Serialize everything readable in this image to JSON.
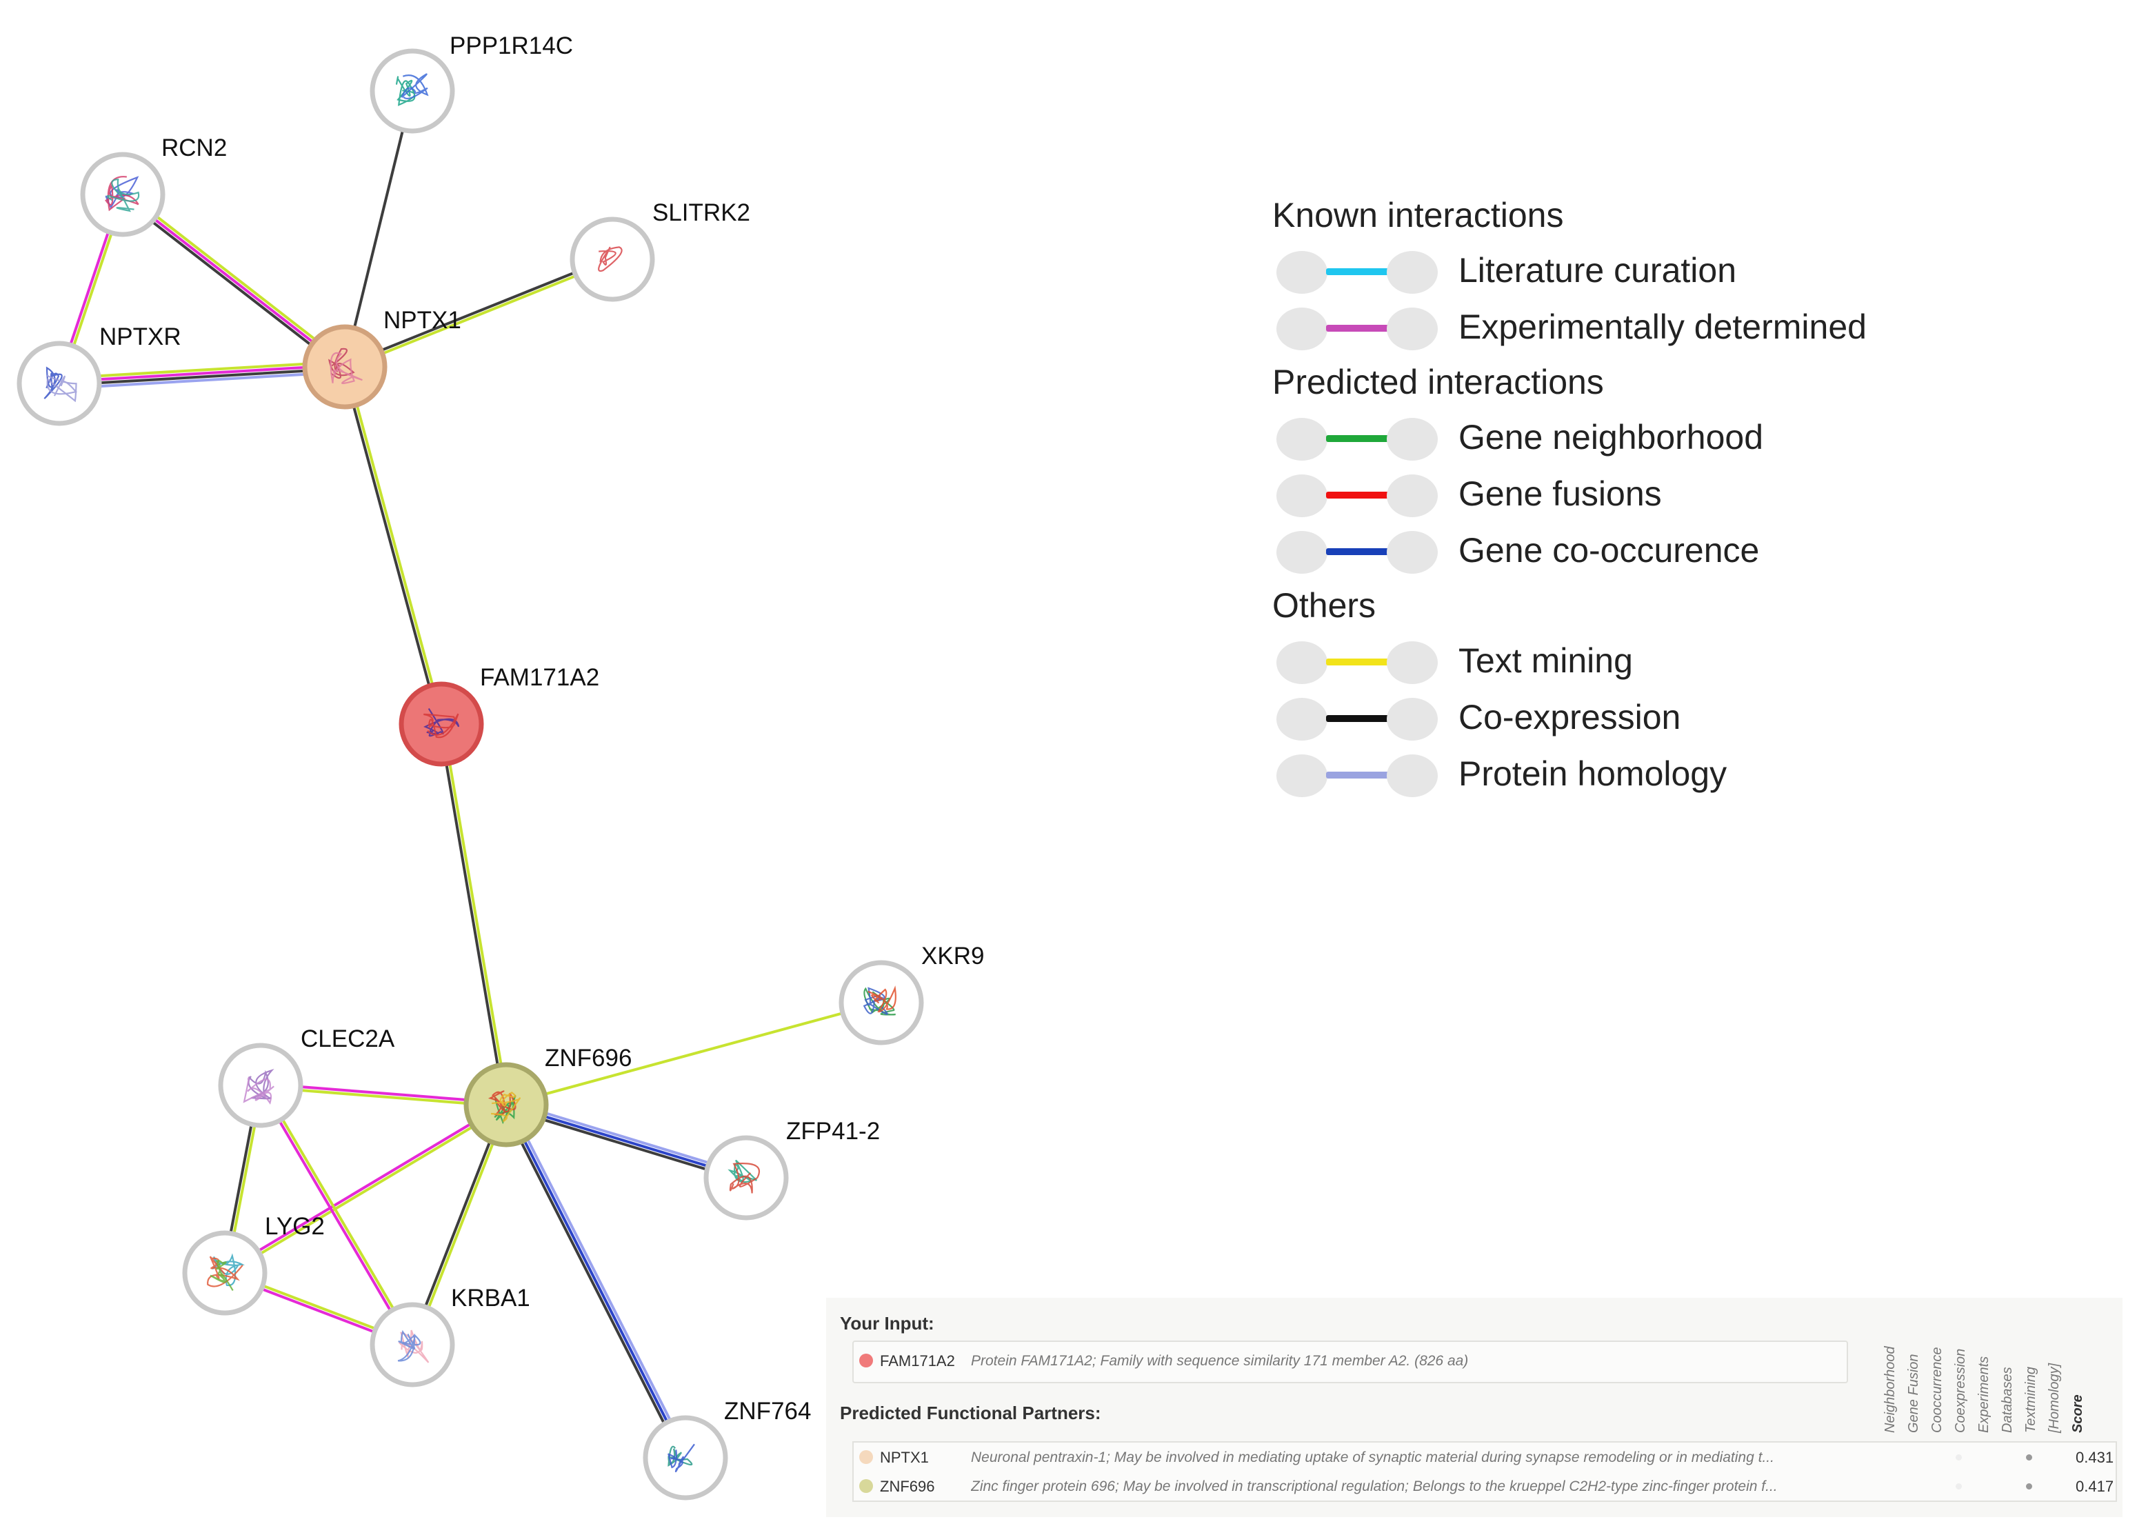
{
  "network": {
    "nodes": [
      {
        "id": "PPP1R14C",
        "label": "PPP1R14C",
        "fill": "#ffffff",
        "ring": "#c8c8c8",
        "art": [
          "#1aa58a",
          "#3c6ad8"
        ]
      },
      {
        "id": "RCN2",
        "label": "RCN2",
        "fill": "#ffffff",
        "ring": "#c8c8c8",
        "art": [
          "#4a5fd6",
          "#d43c6a",
          "#37a89a"
        ]
      },
      {
        "id": "SLITRK2",
        "label": "SLITRK2",
        "fill": "#ffffff",
        "ring": "#c8c8c8",
        "art": [
          "#d8474b"
        ]
      },
      {
        "id": "NPTXR",
        "label": "NPTXR",
        "fill": "#ffffff",
        "ring": "#c8c8c8",
        "art": [
          "#3a55c8",
          "#9a9ad8"
        ]
      },
      {
        "id": "NPTX1",
        "label": "NPTX1",
        "fill": "#f6cfa9",
        "ring": "#d1a27c",
        "art": [
          "#c2405f",
          "#e07ea0"
        ]
      },
      {
        "id": "FAM171A2",
        "label": "FAM171A2",
        "fill": "#ec7676",
        "ring": "#d34b4b",
        "art": [
          "#4b2f9e",
          "#d63a3a"
        ]
      },
      {
        "id": "XKR9",
        "label": "XKR9",
        "fill": "#ffffff",
        "ring": "#c8c8c8",
        "art": [
          "#2d9b4a",
          "#3d62c9",
          "#e0502c"
        ]
      },
      {
        "id": "CLEC2A",
        "label": "CLEC2A",
        "fill": "#ffffff",
        "ring": "#c8c8c8",
        "art": [
          "#9a6ec0",
          "#c68ad0"
        ]
      },
      {
        "id": "ZNF696",
        "label": "ZNF696",
        "fill": "#dcdc9c",
        "ring": "#a8a868",
        "art": [
          "#2fa34a",
          "#d8432e",
          "#e6b428"
        ]
      },
      {
        "id": "ZFP41-2",
        "label": "ZFP41-2",
        "fill": "#ffffff",
        "ring": "#c8c8c8",
        "art": [
          "#29a88a",
          "#d64a3a"
        ]
      },
      {
        "id": "LYG2",
        "label": "LYG2",
        "fill": "#ffffff",
        "ring": "#c8c8c8",
        "art": [
          "#3aa8c0",
          "#e05a3a",
          "#6ab33a"
        ]
      },
      {
        "id": "KRBA1",
        "label": "KRBA1",
        "fill": "#ffffff",
        "ring": "#c8c8c8",
        "art": [
          "#f0a8b8",
          "#6a8ad8"
        ]
      },
      {
        "id": "ZNF764",
        "label": "ZNF764",
        "fill": "#ffffff",
        "ring": "#c8c8c8",
        "art": [
          "#2a9a8a",
          "#3a5ad0"
        ]
      }
    ],
    "edges": [
      {
        "a": "PPP1R14C",
        "b": "NPTX1",
        "colors": [
          "#3d3d3d"
        ]
      },
      {
        "a": "RCN2",
        "b": "NPTX1",
        "colors": [
          "#c7e330",
          "#e52ad6",
          "#3d3d3d"
        ]
      },
      {
        "a": "RCN2",
        "b": "NPTXR",
        "colors": [
          "#c7e330",
          "#e52ad6"
        ]
      },
      {
        "a": "SLITRK2",
        "b": "NPTX1",
        "colors": [
          "#c7e330",
          "#3d3d3d"
        ]
      },
      {
        "a": "NPTXR",
        "b": "NPTX1",
        "colors": [
          "#c7e330",
          "#e52ad6",
          "#3d3d3d",
          "#9aa3ef"
        ]
      },
      {
        "a": "NPTX1",
        "b": "FAM171A2",
        "colors": [
          "#c7e330",
          "#3d3d3d"
        ]
      },
      {
        "a": "FAM171A2",
        "b": "ZNF696",
        "colors": [
          "#c7e330",
          "#3d3d3d"
        ]
      },
      {
        "a": "ZNF696",
        "b": "XKR9",
        "colors": [
          "#c7e330"
        ]
      },
      {
        "a": "ZNF696",
        "b": "ZFP41-2",
        "colors": [
          "#9aa3ef",
          "#2c44c8",
          "#3d3d3d"
        ]
      },
      {
        "a": "ZNF696",
        "b": "ZNF764",
        "colors": [
          "#9aa3ef",
          "#2c44c8",
          "#3d3d3d"
        ]
      },
      {
        "a": "ZNF696",
        "b": "CLEC2A",
        "colors": [
          "#c7e330",
          "#e52ad6"
        ]
      },
      {
        "a": "ZNF696",
        "b": "LYG2",
        "colors": [
          "#c7e330",
          "#e52ad6"
        ]
      },
      {
        "a": "ZNF696",
        "b": "KRBA1",
        "colors": [
          "#c7e330",
          "#3d3d3d"
        ]
      },
      {
        "a": "CLEC2A",
        "b": "LYG2",
        "colors": [
          "#c7e330",
          "#3d3d3d"
        ]
      },
      {
        "a": "CLEC2A",
        "b": "KRBA1",
        "colors": [
          "#c7e330",
          "#e52ad6"
        ]
      },
      {
        "a": "LYG2",
        "b": "KRBA1",
        "colors": [
          "#c7e330",
          "#e52ad6"
        ]
      }
    ]
  },
  "legend": {
    "sections": [
      {
        "title": "Known interactions",
        "items": [
          {
            "label": "Literature curation",
            "color": "#1fc6ef"
          },
          {
            "label": "Experimentally determined",
            "color": "#c74ab8"
          }
        ]
      },
      {
        "title": "Predicted interactions",
        "items": [
          {
            "label": "Gene neighborhood",
            "color": "#1fa83a"
          },
          {
            "label": "Gene fusions",
            "color": "#f01010"
          },
          {
            "label": "Gene co-occurence",
            "color": "#1840b8"
          }
        ]
      },
      {
        "title": "Others",
        "items": [
          {
            "label": "Text mining",
            "color": "#f2e31a"
          },
          {
            "label": "Co-expression",
            "color": "#111111"
          },
          {
            "label": "Protein homology",
            "color": "#9aa3e0"
          }
        ]
      }
    ]
  },
  "panel": {
    "your_input_title": "Your Input:",
    "input": {
      "gene": "FAM171A2",
      "description": "Protein FAM171A2; Family with sequence similarity 171 member A2. (826 aa)",
      "dot_color": "#f07a7a"
    },
    "partners_title": "Predicted Functional Partners:",
    "columns": [
      "Neighborhood",
      "Gene Fusion",
      "Cooccurrence",
      "Coexpression",
      "Experiments",
      "Databases",
      "Textmining",
      "[Homology]",
      "Score"
    ],
    "partners": [
      {
        "gene": "NPTX1",
        "description": "Neuronal pentraxin-1; May be involved in mediating uptake of synaptic material during synapse remodeling or in mediating t...",
        "score": "0.431",
        "dot_color": "#f5d9bd"
      },
      {
        "gene": "ZNF696",
        "description": "Zinc finger protein 696; May be involved in transcriptional regulation; Belongs to the krueppel C2H2-type zinc-finger protein f...",
        "score": "0.417",
        "dot_color": "#d8d89a"
      }
    ]
  }
}
